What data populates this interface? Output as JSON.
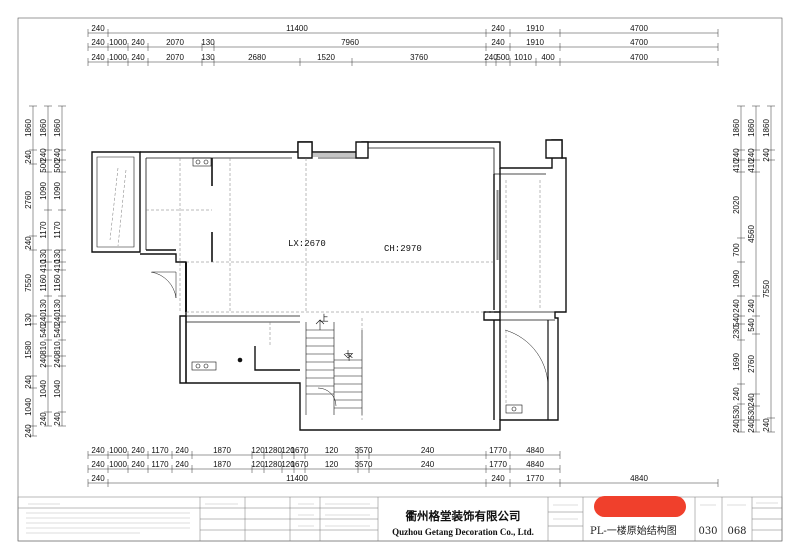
{
  "dimensions": {
    "top": {
      "row1": [
        "240",
        "11400",
        "240",
        "1910",
        "4700"
      ],
      "row2": [
        "240",
        "1000",
        "240",
        "2070",
        "130",
        "7960",
        "240",
        "1910",
        "4700"
      ],
      "row3": [
        "240",
        "1000",
        "240",
        "2070",
        "130",
        "2680",
        "1520",
        "3760",
        "240",
        "500",
        "1010",
        "400",
        "4700"
      ]
    },
    "bottom": {
      "row1": [
        "240",
        "1000",
        "240",
        "1170",
        "240",
        "1870",
        "120",
        "1280",
        "120",
        "1670",
        "120",
        "3570",
        "240",
        "1770",
        "4840"
      ],
      "row2": [
        "240",
        "1000",
        "240",
        "1170",
        "240",
        "1870",
        "120",
        "1280",
        "120",
        "1670",
        "120",
        "3570",
        "240",
        "1770",
        "4840"
      ],
      "row3": [
        "240",
        "11400",
        "240",
        "1770",
        "4840"
      ]
    },
    "left": {
      "col1": [
        "1860",
        "240",
        "2760",
        "240",
        "7550",
        "130",
        "1580",
        "240",
        "1040",
        "240"
      ],
      "col2": [
        "1860",
        "240",
        "500",
        "1090",
        "1170",
        "130",
        "410",
        "1160",
        "130",
        "240",
        "540",
        "810",
        "240",
        "1040",
        "240"
      ],
      "col3": [
        "1860",
        "240",
        "500",
        "1090",
        "1170",
        "130",
        "410",
        "1160",
        "130",
        "240",
        "540",
        "810",
        "240",
        "1040",
        "240"
      ]
    },
    "right": {
      "col1": [
        "1860",
        "240",
        "410",
        "2020",
        "700",
        "1090",
        "240",
        "540",
        "230",
        "1690",
        "240",
        "530",
        "240"
      ],
      "col2": [
        "1860",
        "240",
        "410",
        "4560",
        "240",
        "540",
        "2760",
        "240",
        "530",
        "240"
      ],
      "col3": [
        "1860",
        "240",
        "7550",
        "240"
      ]
    }
  },
  "room_labels": {
    "lx": "LX:2670",
    "ch": "CH:2970",
    "up": "上",
    "down": "下"
  },
  "title_block": {
    "company_cn": "衢州格堂装饰有限公司",
    "company_en": "Quzhou Getang Decoration Co., Ltd.",
    "drawing_title": "PL-一楼原始结构图",
    "sheet_no": "030",
    "page_no": "068"
  },
  "colors": {
    "wall": "#111111",
    "dim_line": "#333333",
    "redaction": "#f0402c"
  }
}
